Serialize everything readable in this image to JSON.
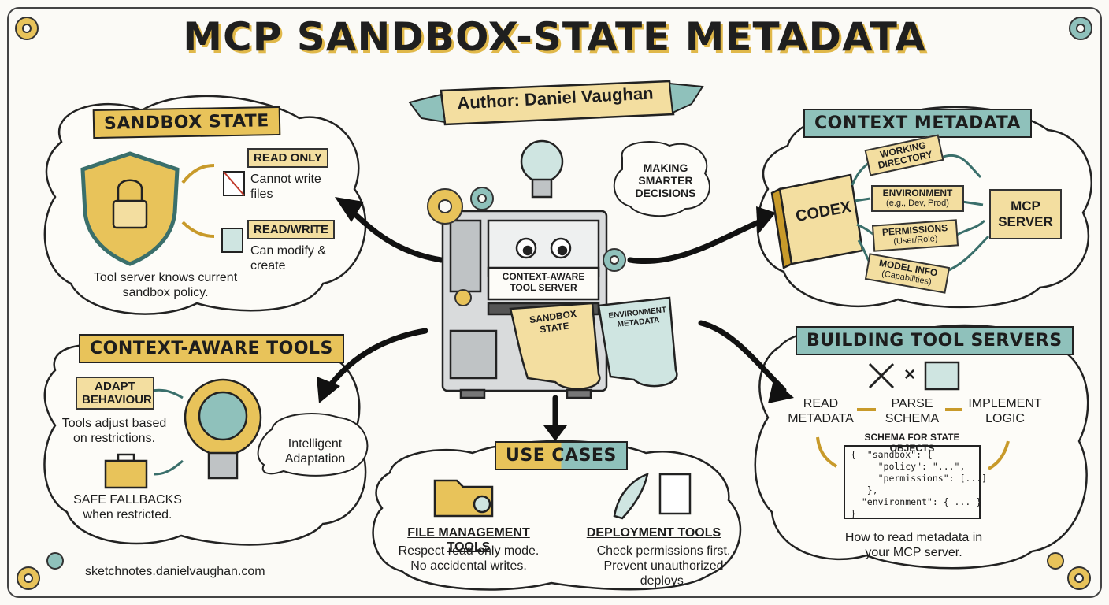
{
  "title": "MCP SANDBOX-STATE METADATA",
  "author": "Author: Daniel Vaughan",
  "center": {
    "thought": "MAKING SMARTER DECISIONS",
    "server_label": "CONTEXT-AWARE TOOL SERVER",
    "scroll1": "SANDBOX STATE",
    "scroll2": "ENVIRONMENT METADATA"
  },
  "sandbox_state": {
    "heading": "SANDBOX STATE",
    "read_only_tag": "READ ONLY",
    "read_only_text": "Cannot write files",
    "read_write_tag": "READ/WRITE",
    "read_write_text": "Can modify & create",
    "note": "Tool server knows current sandbox policy."
  },
  "context_metadata": {
    "heading": "CONTEXT METADATA",
    "book": "CODEX",
    "tags": [
      {
        "label": "WORKING DIRECTORY",
        "sub": ""
      },
      {
        "label": "ENVIRONMENT",
        "sub": "(e.g., Dev, Prod)"
      },
      {
        "label": "PERMISSIONS",
        "sub": "(User/Role)"
      },
      {
        "label": "MODEL INFO",
        "sub": "(Capabilities)"
      }
    ],
    "server": "MCP SERVER"
  },
  "context_aware_tools": {
    "heading": "CONTEXT-AWARE TOOLS",
    "adapt_tag": "ADAPT BEHAVIOUR",
    "adapt_text": "Tools adjust based on restrictions.",
    "bubble": "Intelligent Adaptation",
    "fallback_text": "SAFE FALLBACKS when restricted."
  },
  "use_cases": {
    "heading": "USE CASES",
    "items": [
      {
        "title": "FILE MANAGEMENT TOOLS",
        "text": "Respect read-only mode. No accidental writes.",
        "icon": "folder-lock-icon"
      },
      {
        "title": "DEPLOYMENT TOOLS",
        "text": "Check permissions first. Prevent unauthorized deploys.",
        "icon": "rocket-checklist-icon"
      }
    ]
  },
  "building": {
    "heading": "BUILDING TOOL SERVERS",
    "steps": [
      "READ METADATA",
      "PARSE SCHEMA",
      "IMPLEMENT LOGIC"
    ],
    "schema_title": "SCHEMA FOR STATE OBJECTS",
    "schema_code": "{  \"sandbox\": {\n     \"policy\": \"...\",\n     \"permissions\": [...]\n   },\n  \"environment\": { ... }\n}",
    "note": "How to read metadata in your MCP server."
  },
  "footer": "sketchnotes.danielvaughan.com",
  "colors": {
    "gold": "#e8c35a",
    "teal": "#8fc1bb",
    "paper": "#fbfaf6",
    "ink": "#222222"
  }
}
